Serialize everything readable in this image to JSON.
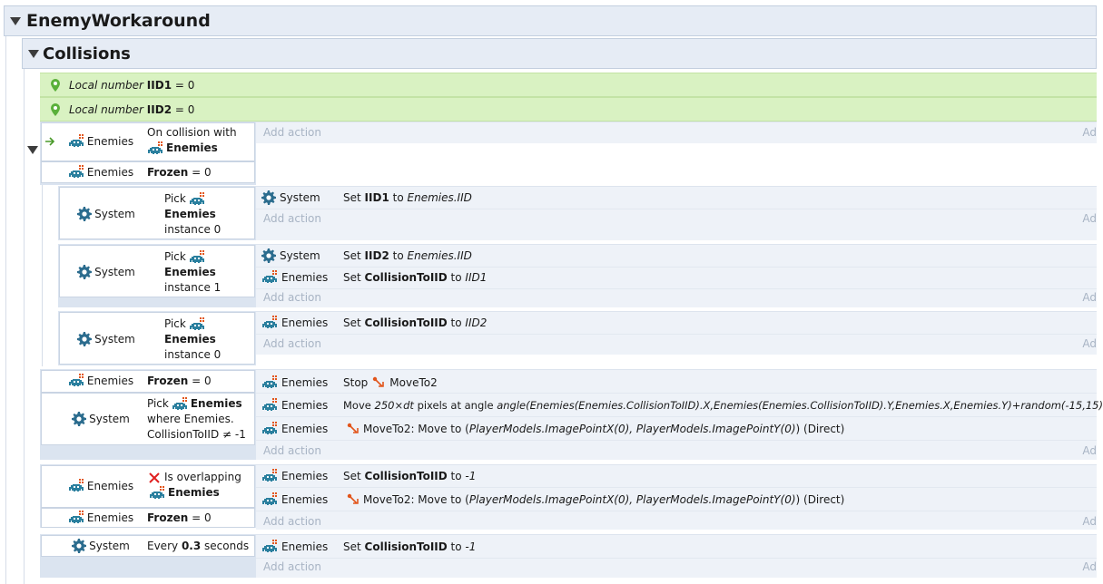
{
  "group": {
    "title": "EnemyWorkaround"
  },
  "subgroup": {
    "title": "Collisions"
  },
  "locals": [
    {
      "prefix": "Local number",
      "name": "IID1",
      "value": "= 0"
    },
    {
      "prefix": "Local number",
      "name": "IID2",
      "value": "= 0"
    }
  ],
  "add_action": "Add action",
  "add_action_clip": "Ad",
  "event1": {
    "c1_obj": "Enemies",
    "c1_text": "On collision with",
    "c1_target": "Enemies",
    "c2_obj": "Enemies",
    "c2_name": "Frozen",
    "c2_value": "= 0"
  },
  "sub1": {
    "obj": "System",
    "l1": "Pick",
    "l2": "Enemies",
    "l3": "instance 0",
    "a1_obj": "System",
    "a1_text": "Set",
    "a1_name": "IID1",
    "a1_to": "to",
    "a1_val": "Enemies.IID"
  },
  "sub2": {
    "obj": "System",
    "l1": "Pick",
    "l2": "Enemies",
    "l3": "instance 1",
    "a1_obj": "System",
    "a1_text": "Set",
    "a1_name": "IID2",
    "a1_to": "to",
    "a1_val": "Enemies.IID",
    "a2_obj": "Enemies",
    "a2_text": "Set",
    "a2_name": "CollisionToIID",
    "a2_to": "to",
    "a2_val": "IID1"
  },
  "sub3": {
    "obj": "System",
    "l1": "Pick",
    "l2": "Enemies",
    "l3": "instance 0",
    "a1_obj": "Enemies",
    "a1_text": "Set",
    "a1_name": "CollisionToIID",
    "a1_to": "to",
    "a1_val": "IID2"
  },
  "event2": {
    "c1_obj": "Enemies",
    "c1_name": "Frozen",
    "c1_value": "= 0",
    "c2_obj": "System",
    "c2_l1": "Pick",
    "c2_l1b": "Enemies",
    "c2_l2": "where Enemies.",
    "c2_l3": "CollisionToIID ≠ -1",
    "a1_obj": "Enemies",
    "a1_text": "Stop",
    "a1_beh": "MoveTo2",
    "a2_obj": "Enemies",
    "a2_pre": "Move",
    "a2_expr1": "250×dt",
    "a2_mid": "pixels at angle",
    "a2_expr2": "angle(Enemies(Enemies.CollisionToIID).X,Enemies(Enemies.CollisionToIID).Y,Enemies.X,Enemies.Y)+random(-15,15)",
    "a3_obj": "Enemies",
    "a3_text": "MoveTo2: Move to (",
    "a3_expr": "PlayerModels.ImagePointX(0), PlayerModels.ImagePointY(0)",
    "a3_end": ") (Direct)"
  },
  "event3": {
    "c1_obj": "Enemies",
    "c1_text": "Is overlapping",
    "c1_target": "Enemies",
    "c2_obj": "Enemies",
    "c2_name": "Frozen",
    "c2_value": "= 0",
    "a1_obj": "Enemies",
    "a1_text": "Set",
    "a1_name": "CollisionToIID",
    "a1_to": "to",
    "a1_val": "-1",
    "a2_obj": "Enemies",
    "a2_text": "MoveTo2: Move to (",
    "a2_expr": "PlayerModels.ImagePointX(0), PlayerModels.ImagePointY(0)",
    "a2_end": ") (Direct)"
  },
  "event4": {
    "c1_obj": "System",
    "c1_pre": "Every",
    "c1_val": "0.3",
    "c1_post": "seconds",
    "a1_obj": "Enemies",
    "a1_text": "Set",
    "a1_name": "CollisionToIID",
    "a1_to": "to",
    "a1_val": "-1"
  },
  "colors": {
    "group_bg": "#e6ecf5",
    "local_bg": "#d9f2c2",
    "action_bg": "#eef2f8",
    "add_action": "#a8b4c4"
  }
}
